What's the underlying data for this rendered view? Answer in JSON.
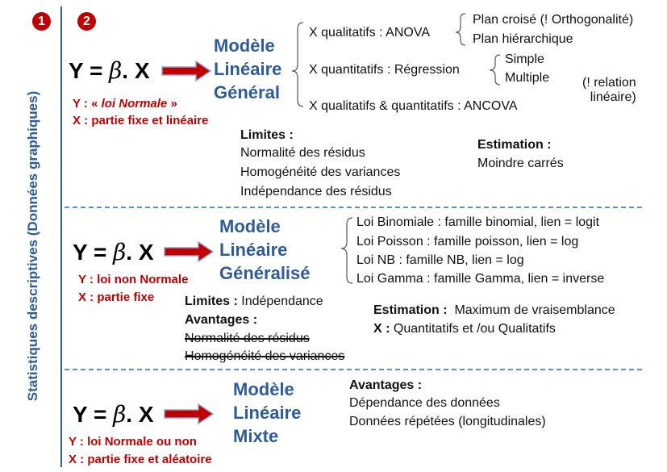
{
  "side_label": "Statistiques descriptives (Données graphiques)",
  "badges": {
    "one": "1",
    "two": "2"
  },
  "colors": {
    "blue": "#2E5C9A",
    "red": "#C00000",
    "arrow_red": "#C00000",
    "arrow_outline": "#8EA6C9"
  },
  "section1": {
    "eq_prefix": "Y =",
    "eq_beta": "β",
    "eq_suffix": ". X",
    "y_line_prefix": "Y : «",
    "y_line_italic": "loi Normale",
    "y_line_suffix": "»",
    "x_line": "X : partie fixe et linéaire",
    "model": [
      "Modèle",
      "Linéaire",
      "Général"
    ],
    "branches": {
      "anova": "X qualitatifs : ANOVA",
      "regression": "X quantitatifs : Régression",
      "ancova": "X qualitatifs & quantitatifs : ANCOVA"
    },
    "anova_sub": [
      "Plan croisé (! Orthogonalité)",
      "Plan hiérarchique"
    ],
    "regression_sub": [
      "Simple",
      "Multiple"
    ],
    "relation_note": [
      "(! relation",
      "linéaire)"
    ],
    "limites_title": "Limites :",
    "limites": [
      "Normalité des résidus",
      "Homogénéité des variances",
      "Indépendance des résidus"
    ],
    "estimation_title": "Estimation :",
    "estimation": "Moindre carrés"
  },
  "section2": {
    "eq_prefix": "Y =",
    "eq_beta": "β",
    "eq_suffix": ". X",
    "y_line": "Y : loi non Normale",
    "x_line": "X : partie fixe",
    "model": [
      "Modèle",
      "Linéaire",
      "Généralisé"
    ],
    "lois": [
      "Loi Binomiale : famille binomial, lien = logit",
      "Loi Poisson : famille poisson, lien = log",
      "Loi NB : famille NB, lien = log",
      "Loi Gamma : famille Gamma, lien = inverse"
    ],
    "limites_title": "Limites :",
    "limites_value": "Indépendance",
    "avantages_title": "Avantages :",
    "avantages_struck": [
      "Normalité des résidus",
      "Homogénéité des variances"
    ],
    "estimation_title": "Estimation :",
    "estimation_value": "Maximum de vraisemblance",
    "x_title": "X :",
    "x_value": "Quantitatifs et /ou Qualitatifs"
  },
  "section3": {
    "eq_prefix": "Y =",
    "eq_beta": "β",
    "eq_suffix": ". X",
    "y_line": "Y : loi Normale ou non",
    "x_line": "X : partie fixe et aléatoire",
    "model": [
      "Modèle",
      "Linéaire",
      "Mixte"
    ],
    "avantages_title": "Avantages :",
    "avantages": [
      "Dépendance des données",
      "Données répétées (longitudinales)"
    ]
  }
}
